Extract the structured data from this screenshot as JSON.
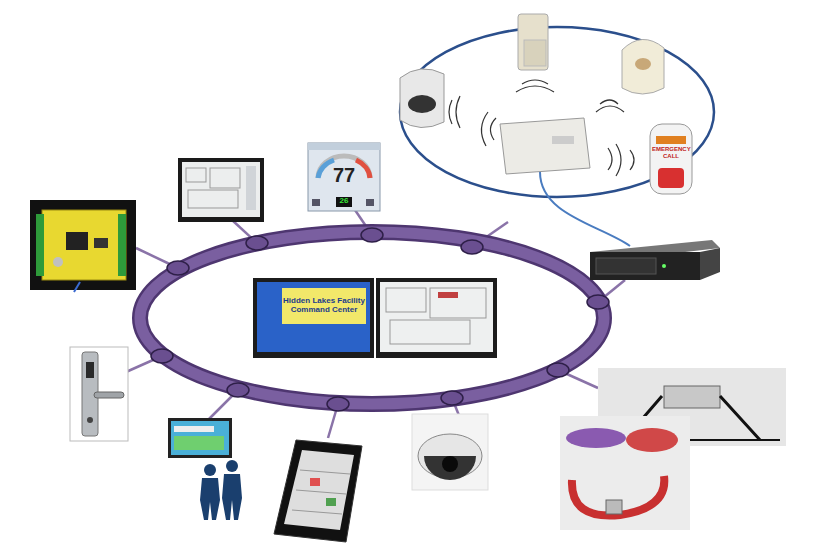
{
  "diagram": {
    "labels": [
      "77",
      "26",
      "Hidden Lakes Facility Command Center",
      "EMERGENCY CALL"
    ]
  }
}
